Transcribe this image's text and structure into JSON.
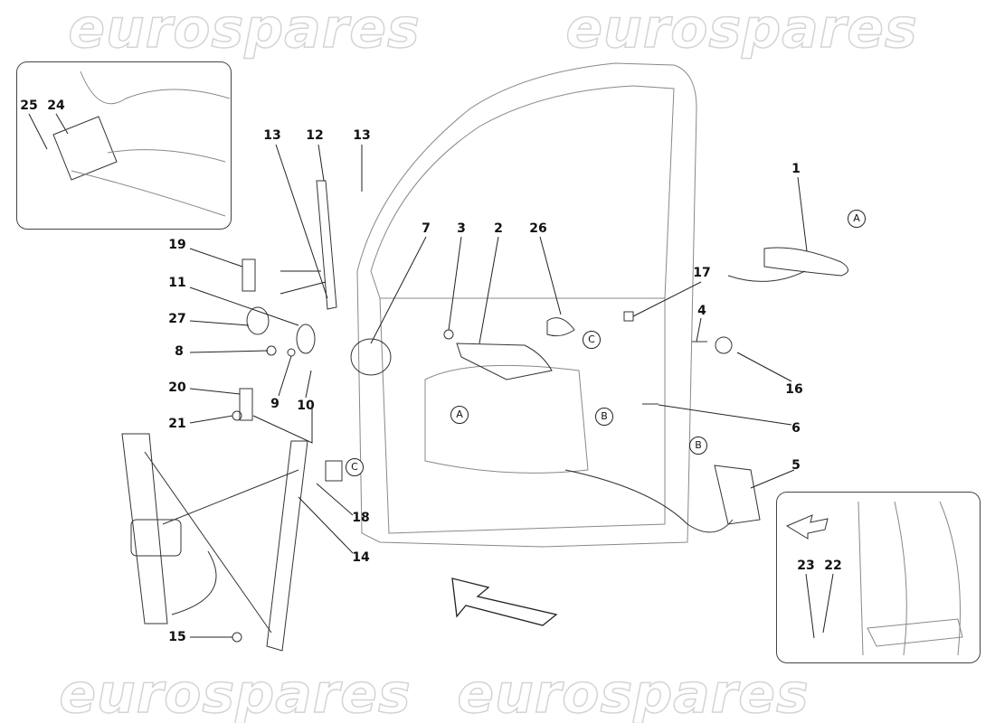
{
  "watermark": "eurospares",
  "callouts": {
    "c25": "25",
    "c24": "24",
    "c13a": "13",
    "c12": "12",
    "c13b": "13",
    "c7": "7",
    "c3": "3",
    "c2": "2",
    "c26": "26",
    "c1": "1",
    "c17": "17",
    "c4": "4",
    "c16": "16",
    "c6": "6",
    "c5": "5",
    "c19": "19",
    "c11": "11",
    "c27": "27",
    "c8": "8",
    "c20": "20",
    "c21": "21",
    "c9": "9",
    "c10": "10",
    "c18": "18",
    "c14": "14",
    "c15": "15",
    "c23": "23",
    "c22": "22"
  },
  "refs": {
    "a_handle": "A",
    "a_lock": "A",
    "b_lock": "B",
    "b_actuator": "B",
    "c_door": "C",
    "c_bracket": "C"
  }
}
